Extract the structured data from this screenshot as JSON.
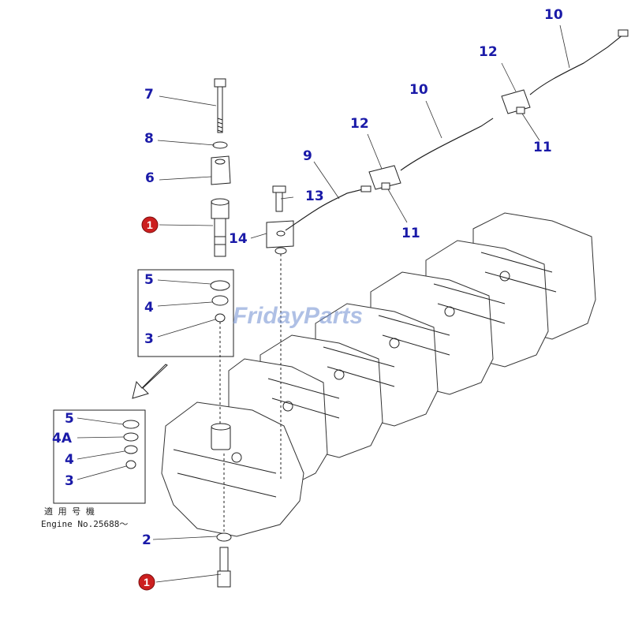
{
  "watermark": {
    "brand_left": "Friday",
    "brand_right": "Parts",
    "color": "#6e8ed0"
  },
  "callouts": {
    "c7": "7",
    "c8": "8",
    "c6": "6",
    "c1_top": "1",
    "c14": "14",
    "c13": "13",
    "c9": "9",
    "c12_a": "12",
    "c12_b": "12",
    "c10_a": "10",
    "c10_b": "10",
    "c11_a": "11",
    "c11_b": "11",
    "c5_a": "5",
    "c4_a": "4",
    "c3_a": "3",
    "c5_b": "5",
    "c4A": "4A",
    "c4_b": "4",
    "c3_b": "3",
    "c2": "2",
    "c1_bottom": "1"
  },
  "note": {
    "jp": "適 用 号 機",
    "engine": "Engine No.25688～"
  },
  "colors": {
    "callout_text": "#1a1aa8",
    "reference_circle": "#cc1f1f",
    "line": "#222222"
  }
}
